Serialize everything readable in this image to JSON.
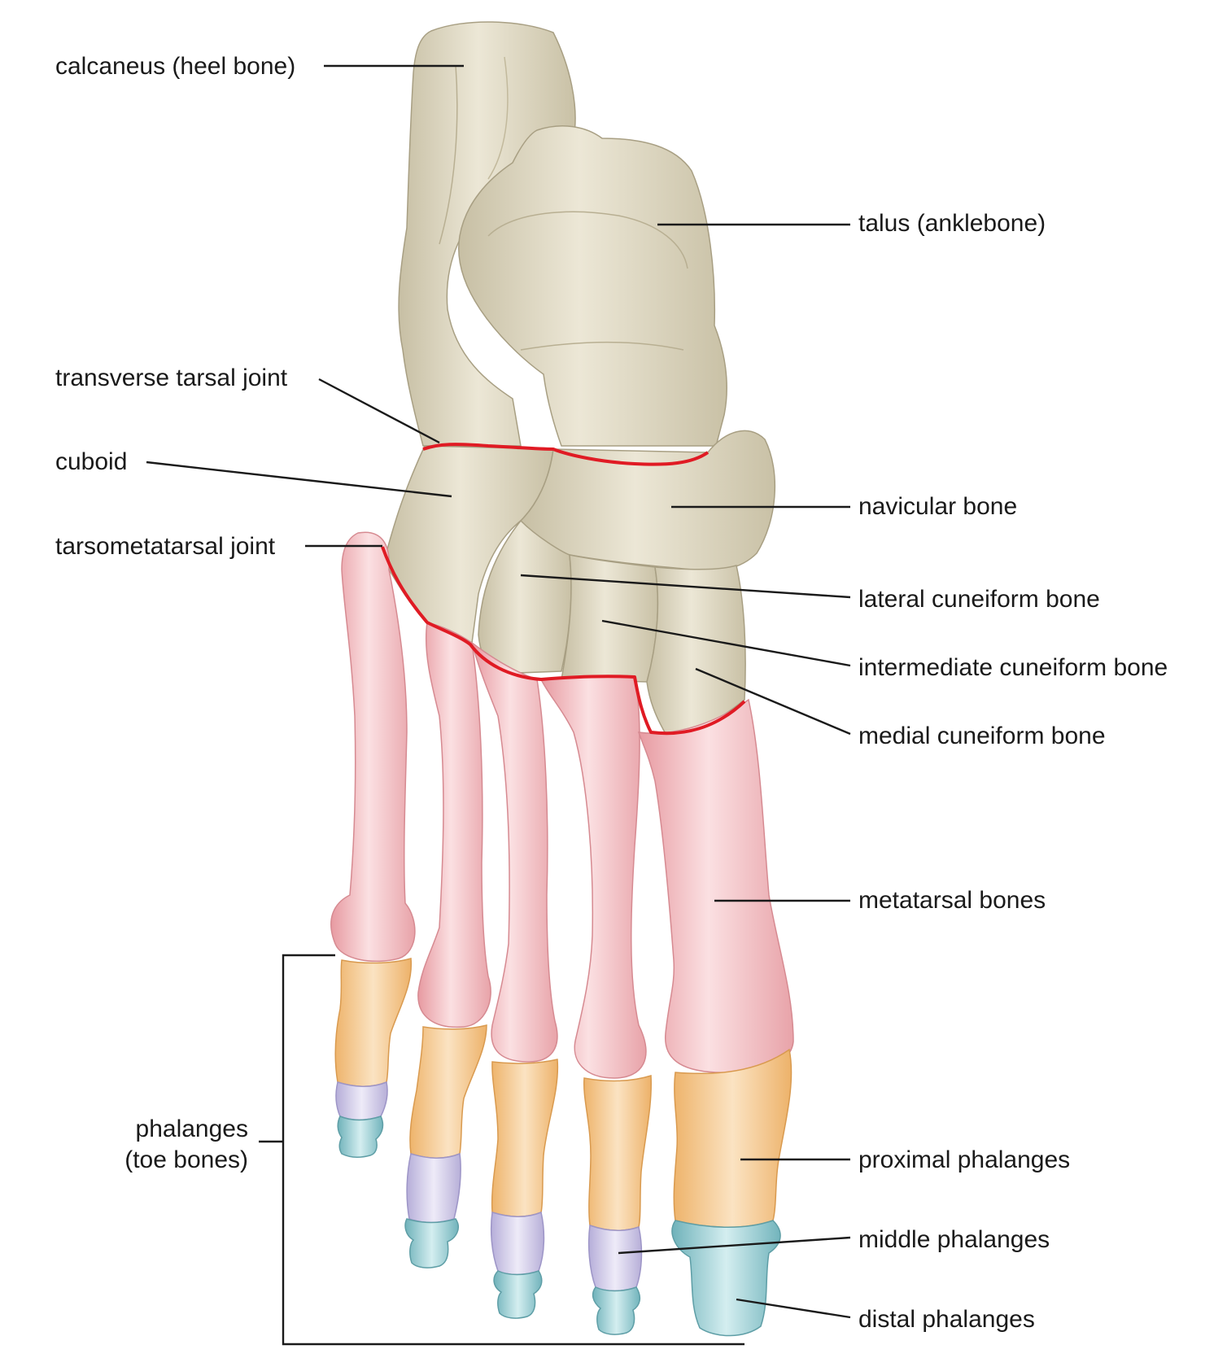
{
  "labels": {
    "calcaneus": "calcaneus (heel bone)",
    "talus": "talus (anklebone)",
    "transverse_tarsal_joint": "transverse tarsal joint",
    "cuboid": "cuboid",
    "navicular": "navicular bone",
    "tarsometatarsal_joint": "tarsometatarsal joint",
    "lateral_cuneiform": "lateral cuneiform bone",
    "intermediate_cuneiform": "intermediate cuneiform bone",
    "medial_cuneiform": "medial cuneiform bone",
    "metatarsals": "metatarsal bones",
    "phalanges_line1": "phalanges",
    "phalanges_line2": "(toe bones)",
    "proximal_phalanges": "proximal phalanges",
    "middle_phalanges": "middle phalanges",
    "distal_phalanges": "distal phalanges"
  },
  "colors": {
    "tarsal_bone": "#d9d2bc",
    "tarsal_bone_shadow": "#b9b095",
    "metatarsal": "#f2b8bd",
    "proximal_phalanx": "#f3c88f",
    "middle_phalanx": "#cfc9e8",
    "distal_phalanx": "#93c9cf",
    "joint_line": "#e01b24",
    "leader_line": "#1a1a1a"
  }
}
